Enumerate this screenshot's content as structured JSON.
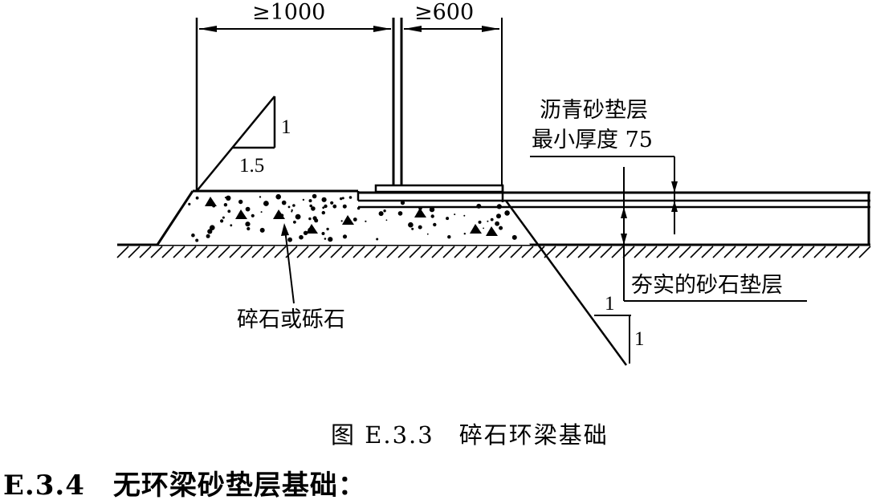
{
  "dimensions": {
    "ring_beam_offset": "≥1000",
    "ring_beam_width": "≥600"
  },
  "slopes": {
    "outer_rise": "1",
    "outer_run": "1.5",
    "inner_rise": "1",
    "inner_run": "1"
  },
  "notes": {
    "asphalt_cushion_line1": "沥青砂垫层",
    "asphalt_cushion_line2": "最小厚度 75",
    "compacted_cushion": "夯实的砂石垫层",
    "crushed_stone": "碎石或砾石"
  },
  "figure_caption": "图 E.3.3　碎石环梁基础",
  "section_heading": "E.3.4　无环梁砂垫层基础："
}
